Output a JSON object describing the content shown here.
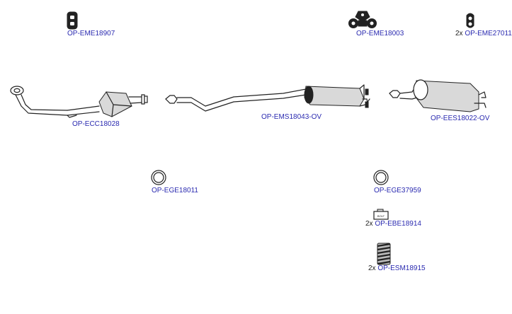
{
  "parts": {
    "hanger_1": {
      "qty": "",
      "code": "OP-EME18907"
    },
    "hanger_2": {
      "qty": "",
      "code": "OP-EME18003"
    },
    "hanger_3": {
      "qty": "2x",
      "code": "OP-EME27011"
    },
    "catalyst": {
      "qty": "",
      "code": "OP-ECC18028"
    },
    "mid_silencer": {
      "qty": "",
      "code": "OP-EMS18043-OV"
    },
    "rear_silencer": {
      "qty": "",
      "code": "OP-EES18022-OV"
    },
    "gasket_1": {
      "qty": "",
      "code": "OP-EGE18011"
    },
    "gasket_2": {
      "qty": "",
      "code": "OP-EGE37959"
    },
    "bolt": {
      "qty": "2x",
      "code": "OP-EBE18914",
      "tag_text": "BOLT"
    },
    "spring": {
      "qty": "2x",
      "code": "OP-ESM18915"
    }
  },
  "colors": {
    "link": "#2a2ab0",
    "line": "#222222",
    "background": "#ffffff"
  }
}
